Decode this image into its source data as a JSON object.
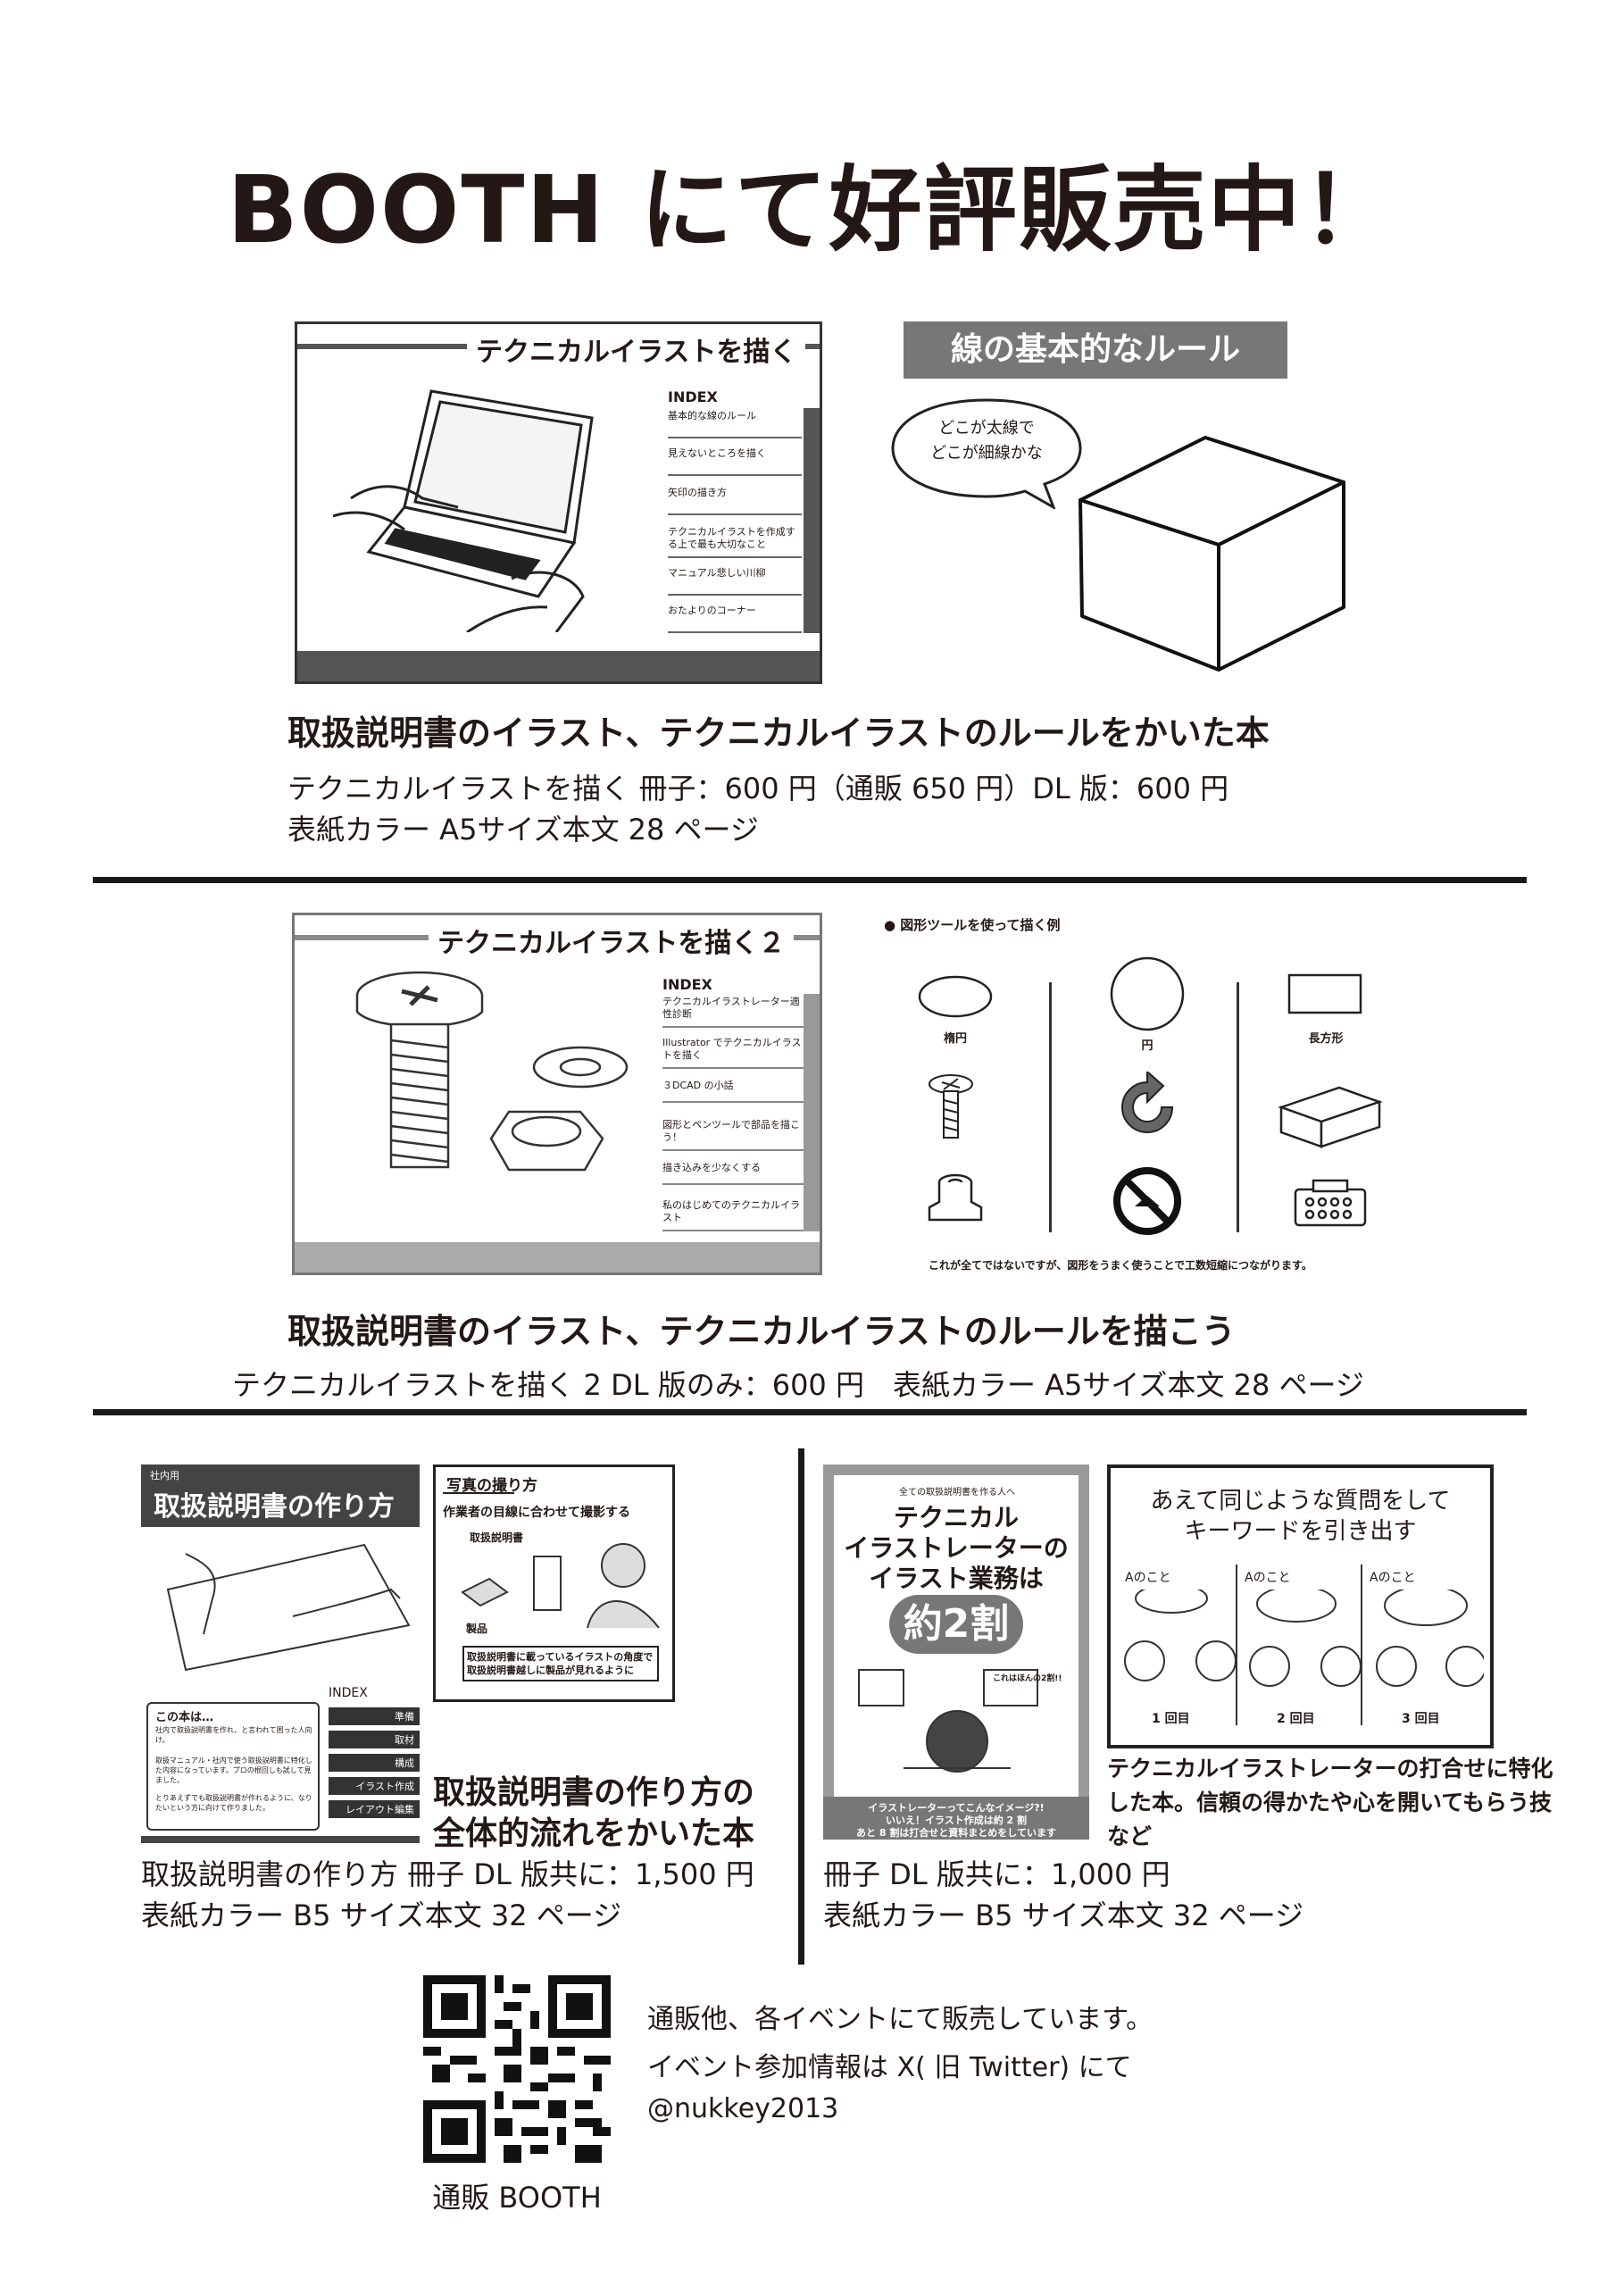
{
  "title": "BOOTH にて好評販売中！",
  "book1": {
    "cover_title": "テクニカルイラストを描く",
    "index_title": "INDEX",
    "index_items": [
      "基本的な線のルール",
      "見えないところを描く",
      "矢印の描き方",
      "テクニカルイラストを作成する上で最も大切なこと",
      "マニュアル悲しい川柳",
      "おたよりのコーナー"
    ],
    "rule_label": "線の基本的なルール",
    "bubble_line1": "どこが太線で",
    "bubble_line2": "どこが細線かな",
    "heading": "取扱説明書のイラスト、テクニカルイラストのルールをかいた本",
    "desc_line1": "テクニカルイラストを描く 冊子：600 円（通販 650 円）DL 版：600 円",
    "desc_line2": "表紙カラー A5サイズ本文 28 ページ"
  },
  "book2": {
    "cover_title": "テクニカルイラストを描く２",
    "index_title": "INDEX",
    "index_items": [
      "テクニカルイラストレーター適性診断",
      "Illustrator でテクニカルイラストを描く",
      "３DCAD の小話",
      "図形とペンツールで部品を描こう！",
      "描き込みを少なくする",
      "私のはじめてのテクニカルイラスト"
    ],
    "shapes_title": "● 図形ツールを使って描く例",
    "shape_labels": [
      "楕円",
      "円",
      "長方形"
    ],
    "shapes_note": "これが全てではないですが、図形をうまく使うことで工数短縮につながります。",
    "heading": "取扱説明書のイラスト、テクニカルイラストのルールを描こう",
    "desc": "テクニカルイラストを描く 2 DL 版のみ：600 円　表紙カラー A5サイズ本文 28 ページ"
  },
  "book3": {
    "tag": "社内用",
    "cover_title": "取扱説明書の作り方",
    "index_title": "INDEX",
    "index_items": [
      "準備",
      "取材",
      "構成",
      "イラスト作成",
      "レイアウト編集"
    ],
    "box_title": "この本は…",
    "box_lines": [
      "社内で取扱説明書を作れ、と言われて困った人向け。",
      "取扱マニュアル・社内で使う取扱説明書に特化した内容になっています。プロの根回しも試して見ました。",
      "とりあえずでも取扱説明書が作れるように、なりたいという方に向けて作りました。"
    ],
    "photo_title": "写真の撮り方",
    "photo_sub": "作業者の目線に合わせて撮影する",
    "photo_label1": "取扱説明書",
    "photo_label2": "製品",
    "photo_note": "取扱説明書に載っているイラストの角度で取扱説明書越しに製品が見れるように",
    "heading_line1": "取扱説明書の作り方の",
    "heading_line2": "全体的流れをかいた本",
    "desc_line1": "取扱説明書の作り方 冊子 DL 版共に：1,500 円",
    "desc_line2": "表紙カラー B5 サイズ本文 32 ページ"
  },
  "book4": {
    "cover_small": "全ての取扱説明書を作る人へ",
    "cover_title_lines": [
      "テクニカル",
      "イラストレーターの",
      "イラスト業務は"
    ],
    "cover_badge": "約2割",
    "cover_bubble": "これはほんの2割!!",
    "cover_footer1": "イラストレーターってこんなイメージ?!",
    "cover_footer2": "いいえ！イラスト作成は約 2 割",
    "cover_footer3": "あと 8 割は打合せと資料まとめをしています",
    "manga_title_line1": "あえて同じような質問をして",
    "manga_title_line2": "キーワードを引き出す",
    "manga_speech": [
      "Aのこと",
      "Aのこと",
      "Aのこと"
    ],
    "manga_panels": [
      "1 回目",
      "2 回目",
      "3 回目"
    ],
    "heading": "テクニカルイラストレーターの打合せに特化した本。信頼の得かたや心を開いてもらう技など",
    "desc_line1": "冊子 DL 版共に：1,000 円",
    "desc_line2": "表紙カラー B5 サイズ本文 32 ページ"
  },
  "footer": {
    "qr_label": "通販 BOOTH",
    "line1": "通販他、各イベントにて販売しています。",
    "line2": "イベント参加情報は X( 旧 Twitter) にて",
    "line3": "@nukkey2013"
  }
}
